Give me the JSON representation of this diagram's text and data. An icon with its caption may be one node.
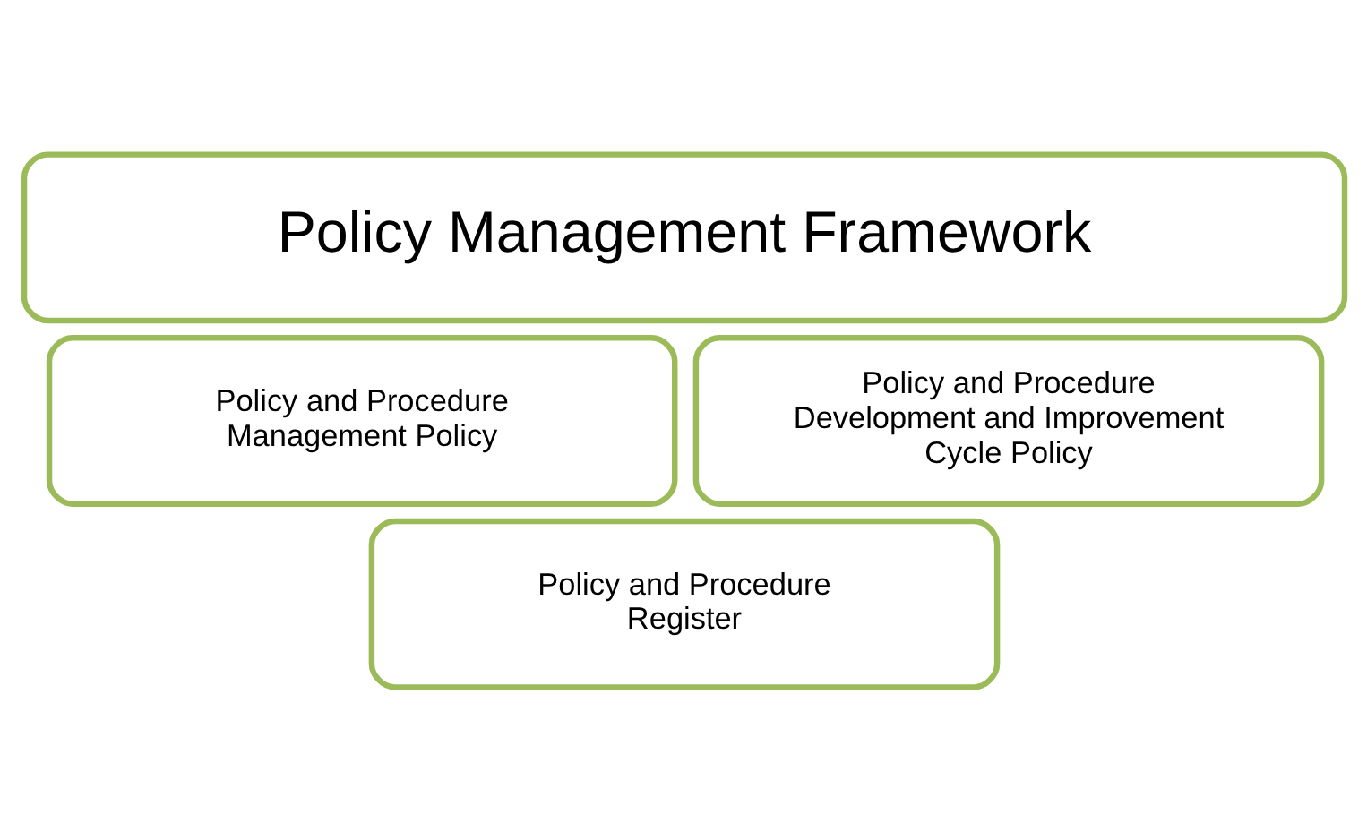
{
  "diagram": {
    "nodes": [
      {
        "text": [
          "Policy Management Framework"
        ]
      },
      {
        "text": [
          "Policy and Procedure Management Policy"
        ]
      },
      {
        "text": [
          "Policy and Procedure Development and Improvement Cycle Policy"
        ]
      },
      {
        "text": [
          "Policy and Procedure Register"
        ]
      }
    ]
  }
}
